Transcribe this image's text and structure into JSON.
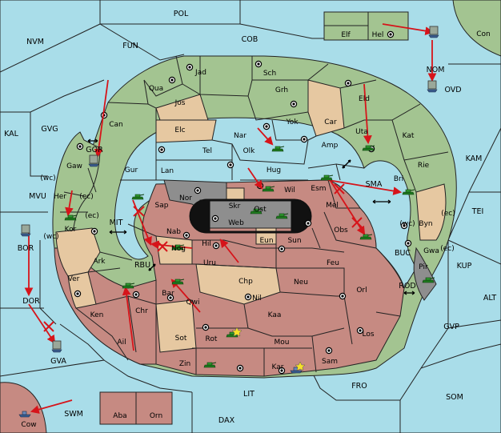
{
  "colors": {
    "sea": "#a9dde9",
    "green_power": "#a3c491",
    "tan_neutral": "#e6c8a1",
    "red_power": "#c68a82",
    "impassable": "#8e8e8e",
    "order": "#d6141a"
  },
  "provinces": {
    "pol": "POL",
    "nvm": "NVM",
    "fun": "FUN",
    "cob": "COB",
    "con": "Con",
    "elf": "Elf",
    "hel": "Hel",
    "nom": "NOM",
    "ovd": "OVD",
    "jad": "Jad",
    "sch": "Sch",
    "qua": "Qua",
    "jos": "Jos",
    "grh": "Grh",
    "can": "Can",
    "elc": "Elc",
    "yok": "Yok",
    "car": "Car",
    "eld": "Eld",
    "nar": "Nar",
    "uta": "Uta",
    "kat": "Kat",
    "kal": "KAL",
    "gvg": "GVG",
    "tel": "Tel",
    "olk": "Olk",
    "amp": "Amp",
    "kam": "KAM",
    "gor": "GOR",
    "gur": "Gur",
    "lan": "Lan",
    "hug": "Hug",
    "rie": "Rie",
    "gaw": "Gaw",
    "bri": "Bri",
    "mvu": "MVU",
    "her": "Her",
    "nor": "Nor",
    "skr": "Skr",
    "wil": "Wil",
    "esm": "Esm",
    "sma": "SMA",
    "sap": "Sap",
    "ost": "Ost",
    "mel": "Mel",
    "tei": "TEI",
    "kor": "Kor",
    "mit": "MIT",
    "web": "Web",
    "byn": "Byn",
    "bor": "BOR",
    "nab": "Nab",
    "eun": "Eun",
    "obs": "Obs",
    "gwa": "Gwa",
    "kup": "KUP",
    "hil": "Hil",
    "sun": "Sun",
    "buc": "BUC",
    "ark": "Ark",
    "rbu": "RBU",
    "nog": "Nog",
    "uru": "Uru",
    "feu": "Feu",
    "pir": "Pir",
    "ver": "Ver",
    "chp": "Chp",
    "neu": "Neu",
    "orl": "Orl",
    "rod": "ROD",
    "dor": "DOR",
    "bar": "Bar",
    "qwi": "Qwi",
    "nil": "Nil",
    "alt": "ALT",
    "ken": "Ken",
    "chr": "Chr",
    "kaa": "Kaa",
    "gvp": "GVP",
    "sot": "Sot",
    "los": "Los",
    "ail": "Ail",
    "rot": "Rot",
    "mou": "Mou",
    "gva": "GVA",
    "zin": "Zin",
    "kar": "Kar",
    "sam": "Sam",
    "fro": "FRO",
    "lit": "LIT",
    "som": "SOM",
    "swm": "SWM",
    "aba": "Aba",
    "orn": "Orn",
    "cow": "Cow",
    "dax": "DAX"
  },
  "coast_labels": {
    "wc": "(wc)",
    "ec": "(ec)"
  }
}
